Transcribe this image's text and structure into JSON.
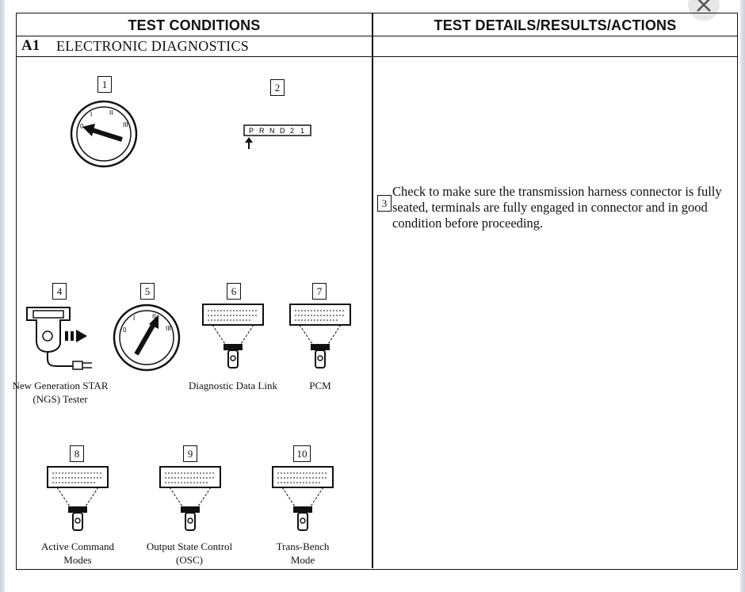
{
  "header": {
    "left_title": "TEST CONDITIONS",
    "right_title": "TEST DETAILS/RESULTS/ACTIONS"
  },
  "section": {
    "code": "A1",
    "title": "ELECTRONIC DIAGNOSTICS"
  },
  "gear_selector": {
    "positions": [
      "P",
      "R",
      "N",
      "D",
      "2",
      "1"
    ]
  },
  "ignition_marks": [
    "0",
    "I",
    "II",
    "III"
  ],
  "steps": [
    {
      "num": "1"
    },
    {
      "num": "2"
    },
    {
      "num": "3",
      "text": "Check to make sure the transmission harness connector is fully seated, terminals are fully engaged in connector and in good condition before proceeding."
    },
    {
      "num": "4",
      "caption": "New Generation STAR (NGS) Tester"
    },
    {
      "num": "5"
    },
    {
      "num": "6",
      "caption": "Diagnostic Data Link"
    },
    {
      "num": "7",
      "caption": "PCM"
    },
    {
      "num": "8",
      "caption": "Active Command Modes"
    },
    {
      "num": "9",
      "caption": "Output State Control (OSC)"
    },
    {
      "num": "10",
      "caption": "Trans-Bench Mode"
    }
  ]
}
